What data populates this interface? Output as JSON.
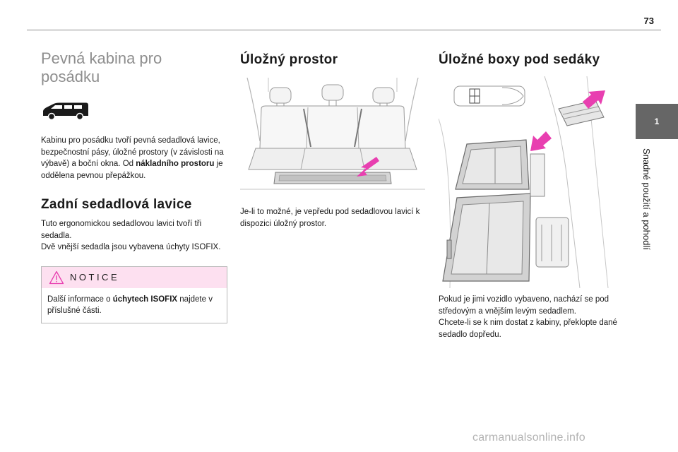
{
  "page": {
    "number": "73"
  },
  "col1": {
    "title_line1": "Pevná kabina pro",
    "title_line2": "posádku",
    "intro_part1": "Kabinu pro posádku tvoří pevná sedadlová lavice, bezpečnostní pásy, úložné prostory (v závislosti na výbavě) a boční okna. Od ",
    "intro_bold": "nákladního prostoru",
    "intro_part2": " je oddělena pevnou přepážkou.",
    "rear_bench_heading": "Zadní sedadlová lavice",
    "rear_bench_line1": "Tuto ergonomickou sedadlovou lavici tvoří tři sedadla.",
    "rear_bench_line2": "Dvě vnější sedadla jsou vybavena úchyty ISOFIX.",
    "notice": {
      "title": "NOTICE",
      "text_part1": "Další informace o ",
      "text_bold": "úchytech ISOFIX",
      "text_part2": " najdete v příslušné části."
    }
  },
  "col2": {
    "heading": "Úložný prostor",
    "text": "Je-li to možné, je vepředu pod sedadlovou lavicí k dispozici úložný prostor."
  },
  "col3": {
    "heading": "Úložné boxy pod sedáky",
    "line1": "Pokud je jimi vozidlo vybaveno, nachází se pod středovým a vnějším levým sedadlem.",
    "line2": "Chcete-li se k nim dostat z kabiny, překlopte dané sedadlo dopředu."
  },
  "sidebar": {
    "tab_number": "1",
    "chapter_title": "Snadné použití a pohodlí"
  },
  "footer": {
    "watermark": "carmanualsonline.info"
  },
  "colors": {
    "notice_header_bg": "#fde0f0",
    "accent_arrow": "#e83fb0",
    "tab_bg": "#666666"
  }
}
